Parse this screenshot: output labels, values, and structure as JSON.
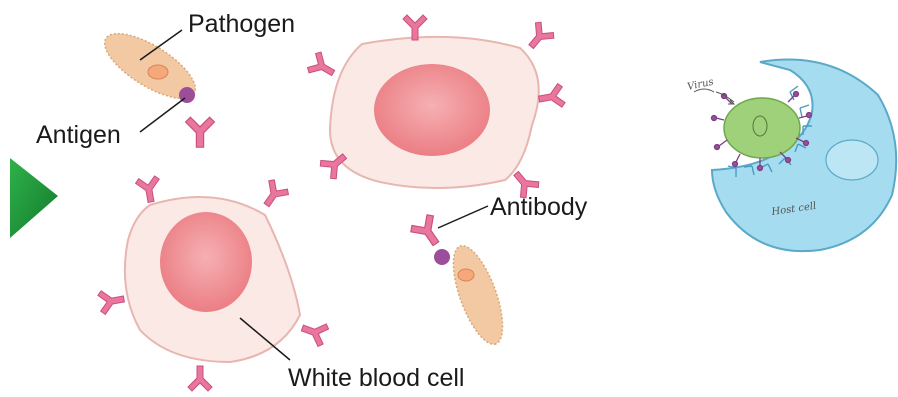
{
  "labels": {
    "pathogen": "Pathogen",
    "antigen": "Antigen",
    "antibody": "Antibody",
    "white_blood_cell": "White blood cell"
  },
  "inset": {
    "virus_note": "Virus",
    "host_cell_note": "Host cell"
  },
  "colors": {
    "cell_body": "#fbe9e6",
    "cell_outline": "#e8b6b0",
    "nucleus": "#ef8a8f",
    "antibody": "#e8769e",
    "pathogen_fill": "#f2c9a3",
    "antigen": "#9b4e9a",
    "arrow": "#1f9a3a",
    "host_cell": "#a6dcef",
    "virus": "#9fd07a"
  },
  "icons": [
    "arrow-right-icon"
  ]
}
